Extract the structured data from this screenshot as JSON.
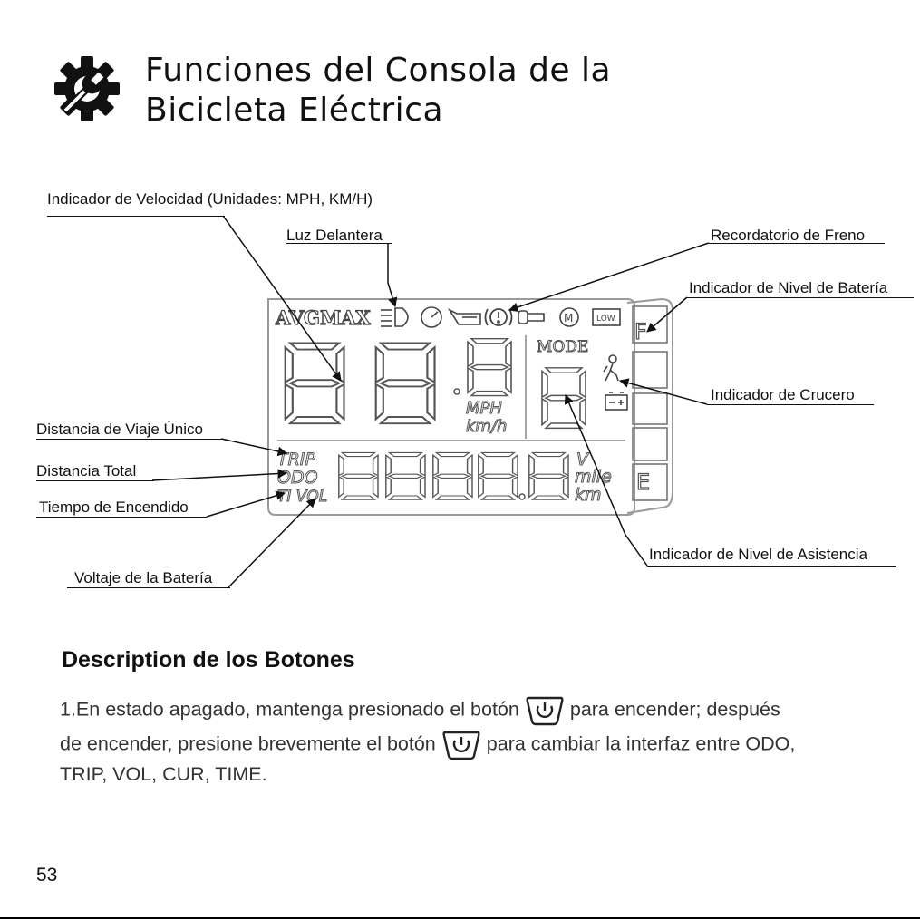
{
  "title": {
    "line1": "Funciones del Consola de la",
    "line2": "Bicicleta Eléctrica",
    "icon": "gear-wrench-icon"
  },
  "labels": {
    "speed": "Indicador de Velocidad (Unidades: MPH, KM/H)",
    "headlight": "Luz Delantera",
    "brake": "Recordatorio de Freno",
    "battery_level": "Indicador de Nivel de Batería",
    "cruise": "Indicador de Crucero",
    "trip": "Distancia de Viaje Único",
    "total": "Distancia Total",
    "time": "Tiempo de Encendido",
    "voltage": "Voltaje de la Batería",
    "assist": "Indicador de Nivel de Asistencia"
  },
  "display": {
    "avgmax": "AVGMAX",
    "mode": "MODE",
    "mph": "MPH",
    "kmh": "km/h",
    "trip": "TRIP",
    "odo": "ODO",
    "tivol": "TI VOL",
    "v": "V",
    "mile": "mile",
    "km": "km",
    "low": "LOW",
    "m": "M",
    "full": "F",
    "empty": "E"
  },
  "buttons": {
    "heading": "Description de los Botones",
    "line1_a": "1.En estado apagado, mantenga presionado el botón",
    "line1_b": "para encender; después",
    "line2_a": "de encender, presione brevemente el botón",
    "line2_b": "para cambiar la interfaz entre ODO,",
    "line3": "TRIP, VOL, CUR, TIME.",
    "icon": "power-button-icon"
  },
  "page_number": "53"
}
